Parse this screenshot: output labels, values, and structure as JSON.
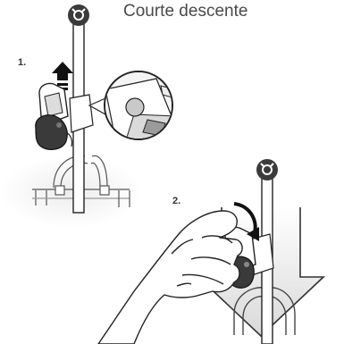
{
  "title": "Courte descente",
  "steps": [
    {
      "label": "1."
    },
    {
      "label": "2."
    }
  ],
  "icons": {
    "top_symbol": "rope-end-icon",
    "bottom_symbol": "rope-end-icon",
    "up_arrow": "up-arrow-icon",
    "down_arrow": "down-arrow-icon"
  },
  "colors": {
    "text": "#4a4a4a",
    "line": "#222222",
    "device_dark": "#3a3a3a",
    "arrow_fill": "#1a1a1a",
    "shade": "#dcdcdc"
  }
}
